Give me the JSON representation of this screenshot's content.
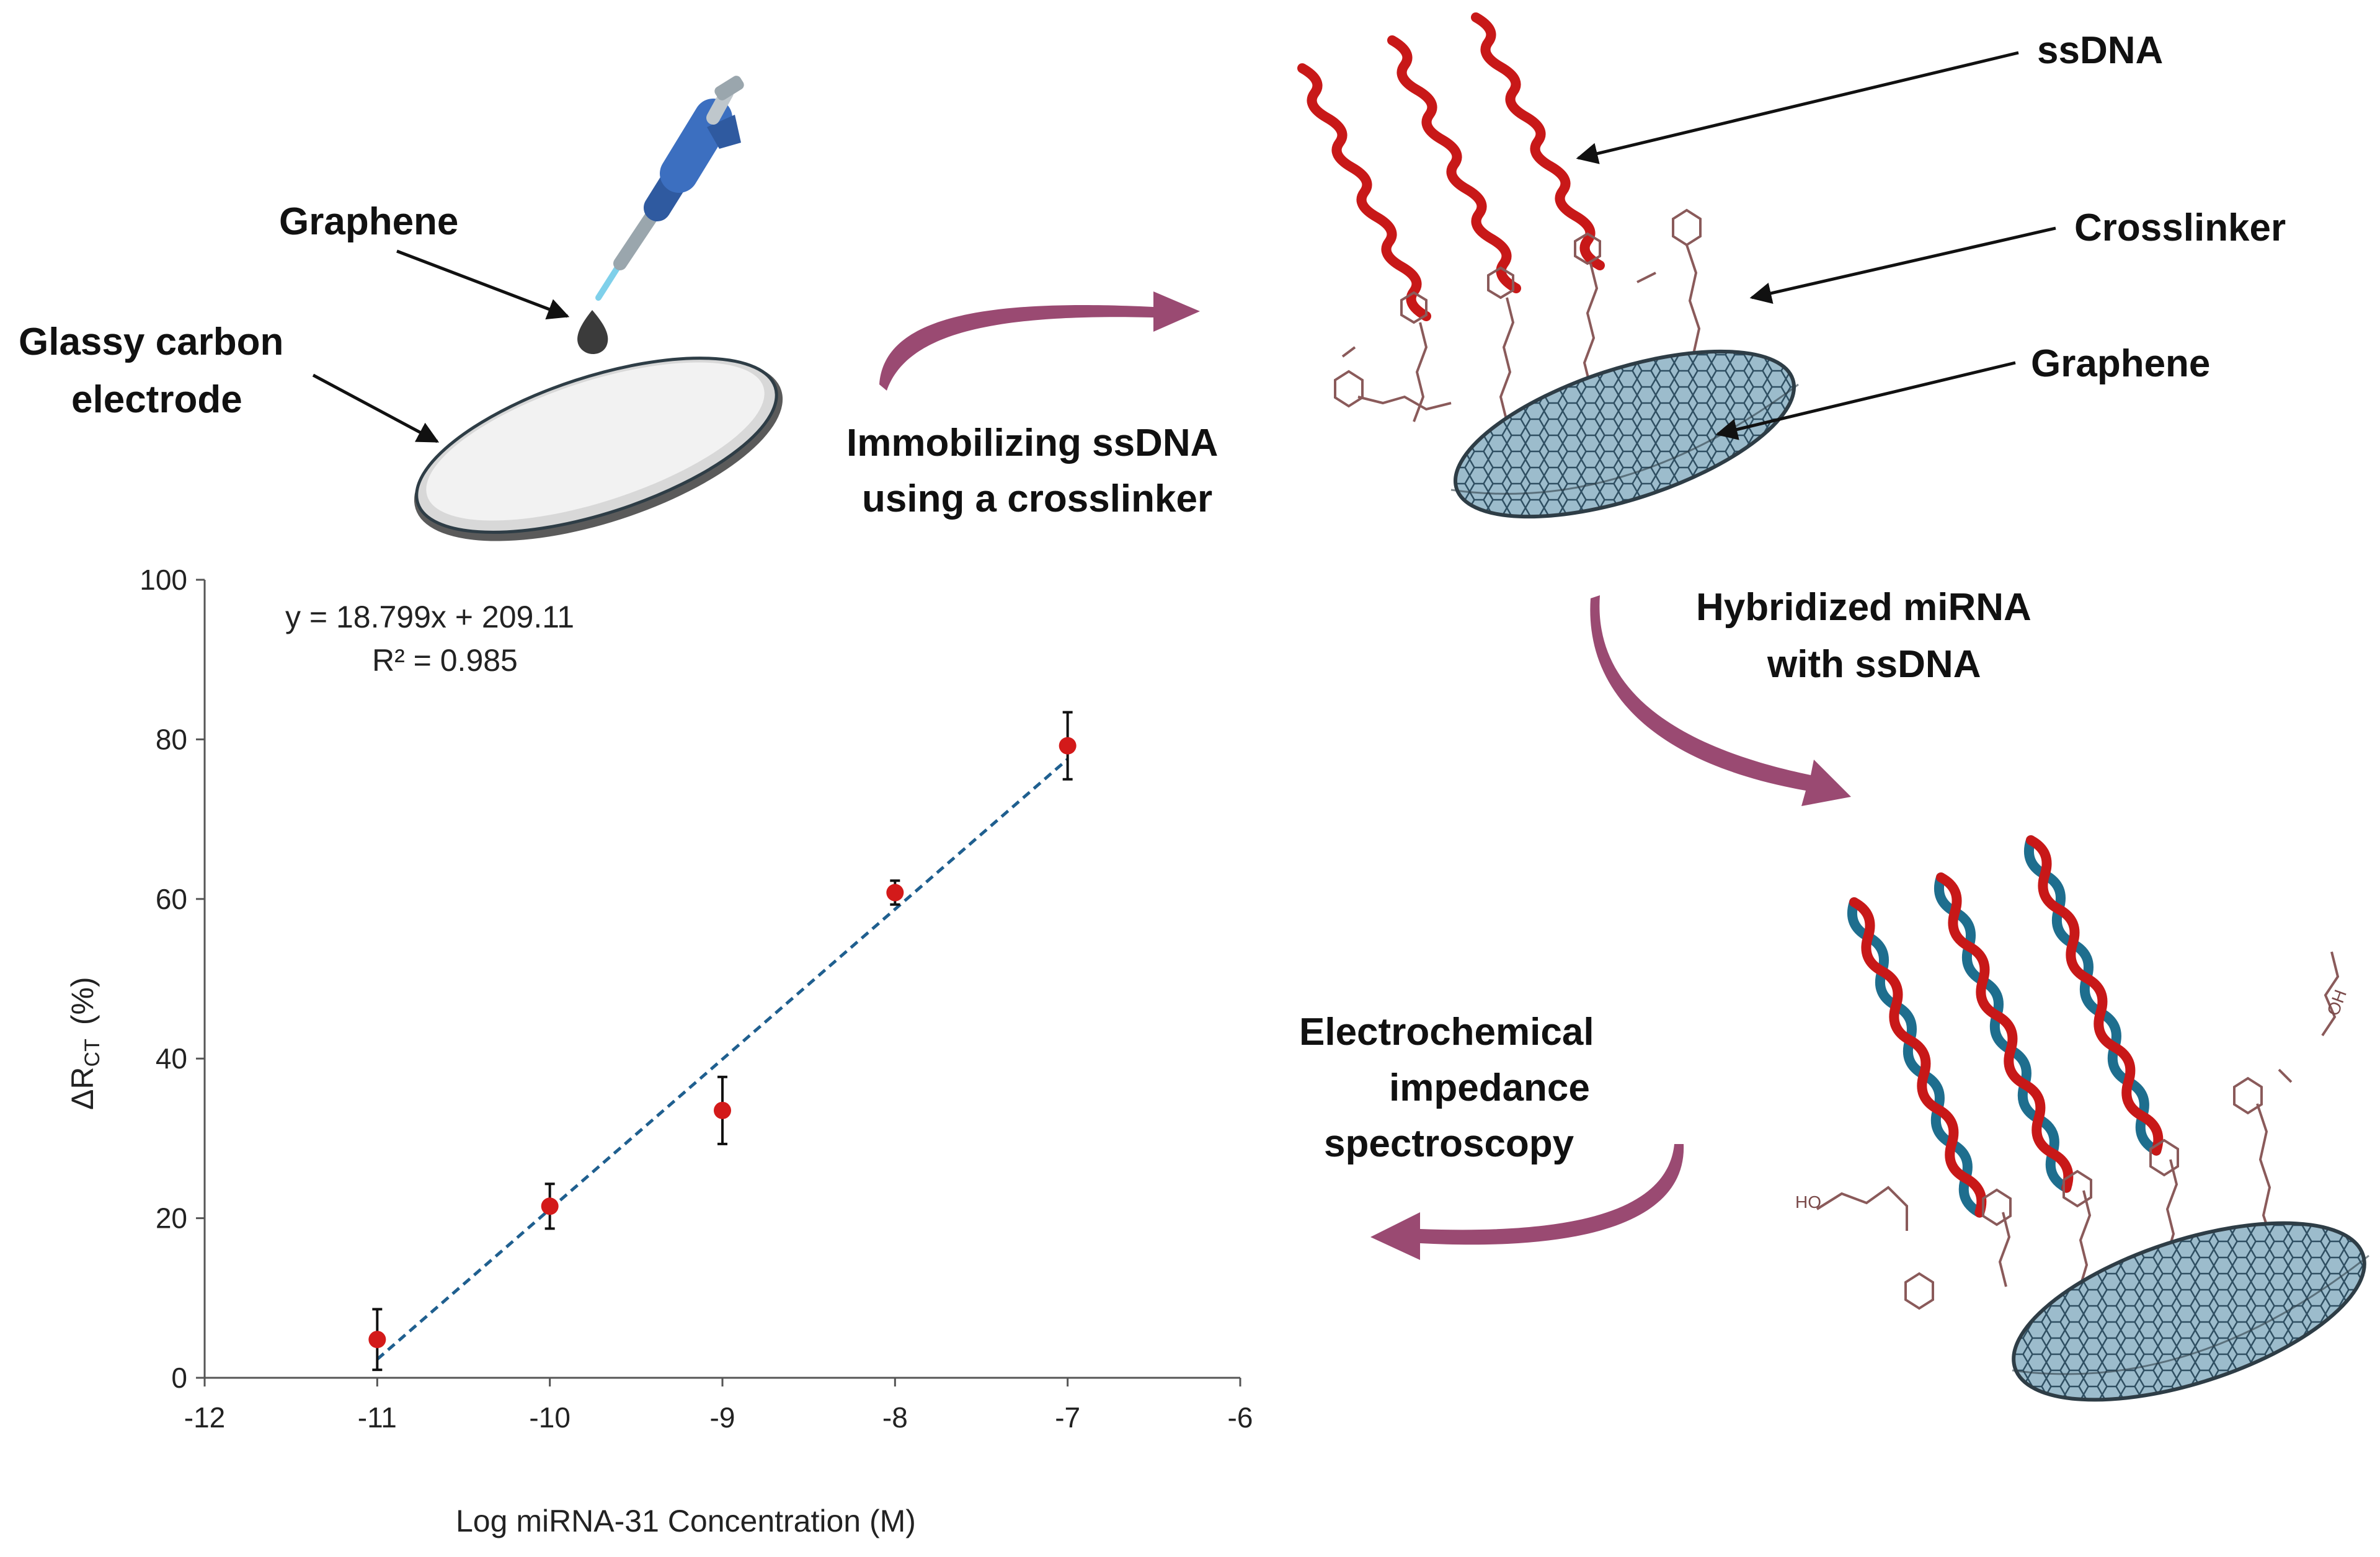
{
  "labels": {
    "graphene_top": "Graphene",
    "glassy_carbon": [
      "Glassy carbon",
      "electrode"
    ],
    "immobilizing": [
      "Immobilizing ssDNA",
      "using a crosslinker"
    ],
    "ssdna": "ssDNA",
    "crosslinker": "Crosslinker",
    "graphene_right": "Graphene",
    "hybridized": [
      "Hybridized miRNA",
      "with ssDNA"
    ],
    "eis": [
      "Electrochemical",
      "impedance",
      "spectroscopy"
    ],
    "chem_ho": "HO",
    "chem_oh": "OH"
  },
  "colors": {
    "arrow": "#9a4a72",
    "strand_red": "#c81818",
    "strand_blue": "#1e6e8e",
    "electrode_rim": "#2e3d46",
    "graphene_fill": "#9cbccc",
    "fit_line": "#1f5f8f",
    "marker": "#d31a1a"
  },
  "chart_data": {
    "type": "scatter",
    "xlabel": "Log miRNA-31 Concentration (M)",
    "ylabel_main": "ΔR",
    "ylabel_sub": "CT",
    "ylabel_unit": "(%)",
    "xlim": [
      -12,
      -6
    ],
    "ylim": [
      0,
      100
    ],
    "xticks": [
      "-12",
      "-11",
      "-10",
      "-9",
      "-8",
      "-7",
      "-6"
    ],
    "yticks": [
      "0",
      "20",
      "40",
      "60",
      "80",
      "100"
    ],
    "equation": "y = 18.799x + 209.11",
    "r_squared": "R² = 0.985",
    "points": [
      {
        "x": -11,
        "y": 4.8,
        "err": 3.8
      },
      {
        "x": -10,
        "y": 21.5,
        "err": 2.8
      },
      {
        "x": -9,
        "y": 33.5,
        "err": 4.2
      },
      {
        "x": -8,
        "y": 60.8,
        "err": 1.5
      },
      {
        "x": -7,
        "y": 79.2,
        "err": 4.2
      }
    ],
    "fit": {
      "slope": 18.799,
      "intercept": 209.11,
      "x_range": [
        -11,
        -7
      ]
    },
    "legend": "none",
    "grid": false
  }
}
